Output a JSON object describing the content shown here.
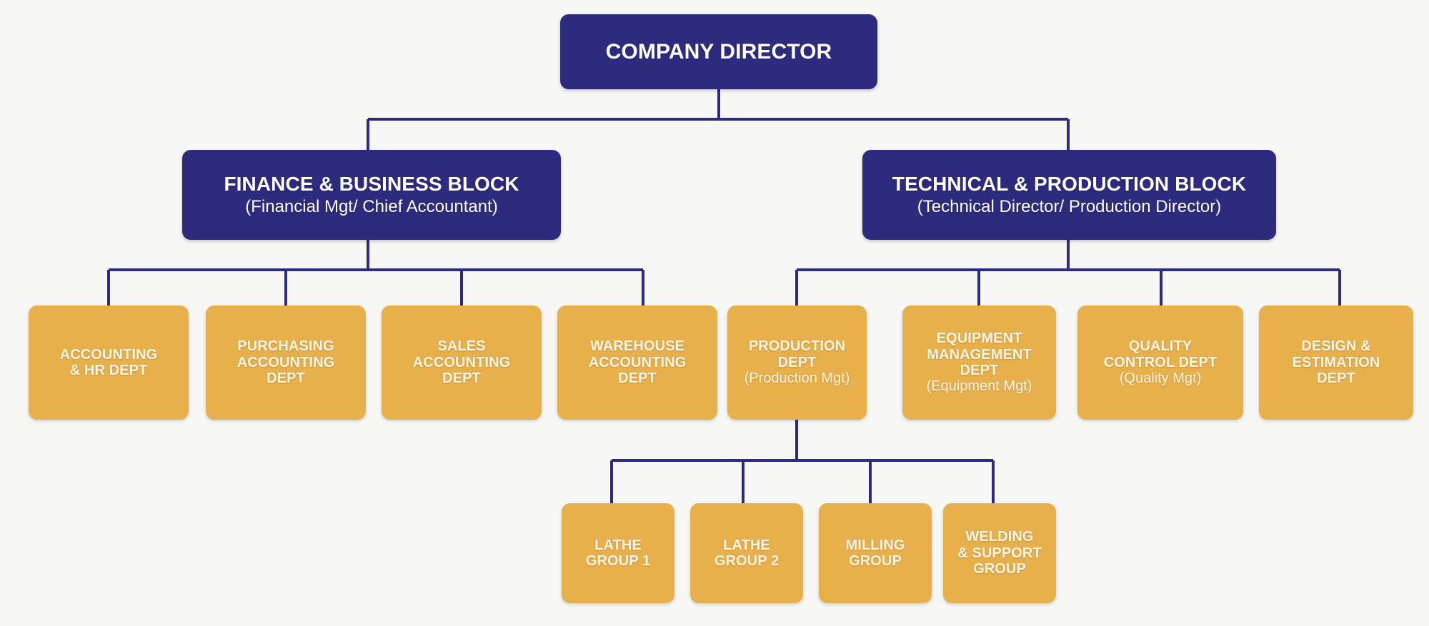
{
  "chart": {
    "kind": "organizational-chart",
    "background_color": "#f7f7f5",
    "colors": {
      "executive": "#2e2b7f",
      "department": "#e8b04b",
      "connector": "#2e2b7f",
      "executive_text": "#ffffff",
      "department_text": "#fdf4e3"
    }
  },
  "root": {
    "title": "COMPANY DIRECTOR",
    "subtitle": ""
  },
  "blocks": [
    {
      "id": "finance-business-block",
      "title": "FINANCE & BUSINESS BLOCK",
      "subtitle": "(Financial Mgt/ Chief Accountant)"
    },
    {
      "id": "technical-production-block",
      "title": "TECHNICAL & PRODUCTION BLOCK",
      "subtitle": "(Technical Director/ Production Director)"
    }
  ],
  "departments": [
    {
      "id": "accounting-hr-dept",
      "title": "ACCOUNTING\n& HR DEPT",
      "subtitle": "",
      "parent": "finance-business-block"
    },
    {
      "id": "purchasing-accounting-dept",
      "title": "PURCHASING\nACCOUNTING\nDEPT",
      "subtitle": "",
      "parent": "finance-business-block"
    },
    {
      "id": "sales-accounting-dept",
      "title": "SALES\nACCOUNTING\nDEPT",
      "subtitle": "",
      "parent": "finance-business-block"
    },
    {
      "id": "warehouse-accounting-dept",
      "title": "WAREHOUSE\nACCOUNTING\nDEPT",
      "subtitle": "",
      "parent": "finance-business-block"
    },
    {
      "id": "production-dept",
      "title": "PRODUCTION\nDEPT",
      "subtitle": "(Production Mgt)",
      "parent": "technical-production-block"
    },
    {
      "id": "equipment-management-dept",
      "title": "EQUIPMENT\nMANAGEMENT\nDEPT",
      "subtitle": "(Equipment Mgt)",
      "parent": "technical-production-block"
    },
    {
      "id": "quality-control-dept",
      "title": "QUALITY\nCONTROL DEPT",
      "subtitle": "(Quality Mgt)",
      "parent": "technical-production-block"
    },
    {
      "id": "design-estimation-dept",
      "title": "DESIGN &\nESTIMATION\nDEPT",
      "subtitle": "",
      "parent": "technical-production-block"
    }
  ],
  "groups": [
    {
      "id": "lathe-group-1",
      "title": "LATHE\nGROUP 1",
      "parent": "production-dept"
    },
    {
      "id": "lathe-group-2",
      "title": "LATHE\nGROUP 2",
      "parent": "production-dept"
    },
    {
      "id": "milling-group",
      "title": "MILLING\nGROUP",
      "parent": "production-dept"
    },
    {
      "id": "welding-support-group",
      "title": "WELDING\n& SUPPORT\nGROUP",
      "parent": "production-dept"
    }
  ]
}
